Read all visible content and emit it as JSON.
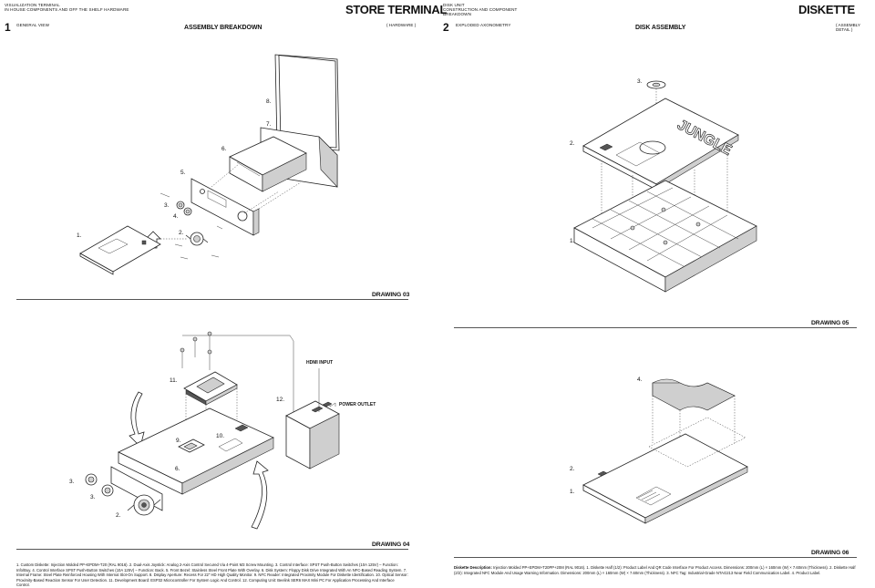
{
  "header_left": {
    "meta_lines": [
      "VISUALIZATION TERMINAL",
      "IN HOUSE COMPONENTS AND OFF THE SHELF HARDWARE"
    ],
    "title": "STORE TERMINAL",
    "section_number": "1",
    "section_small": "GENERAL VIEW",
    "section_title": "ASSEMBLY BREAKDOWN",
    "section_tag": "( HARDWARE )"
  },
  "header_right": {
    "meta_lines": [
      "DISK UNIT",
      "CONSTRUCTION AND COMPONENT",
      "BREAKDOWN"
    ],
    "title": "DISKETTE",
    "section_number": "2",
    "section_small": "EXPLODED AXONOMETRY",
    "section_title": "DISK ASSEMBLY",
    "section_tag": "( ASSEMBLY DETAIL )"
  },
  "drawings": {
    "d03": {
      "label": "DRAWING 03",
      "callouts": [
        "1.",
        "2.",
        "3.",
        "4.",
        "5.",
        "6.",
        "7.",
        "8."
      ]
    },
    "d04": {
      "label": "DRAWING 04",
      "callouts": [
        "2.",
        "3.",
        "3.",
        "6.",
        "9.",
        "10.",
        "11.",
        "12."
      ],
      "labels": {
        "hdmi": "HDMI INPUT",
        "power": "POWER OUTLET"
      }
    },
    "d05": {
      "label": "DRAWING 05",
      "callouts": [
        "1.",
        "2.",
        "3."
      ],
      "brand": "JUNGLE"
    },
    "d06": {
      "label": "DRAWING 06",
      "callouts": [
        "1.",
        "2.",
        "4."
      ]
    }
  },
  "captions": {
    "left": "1. Custom Diskette: Injection Molded PP+EPDM+T20 (RAL 9016). 2. Dual-Axis Joystick: Analog 2-Axis Control Secured Via 4-Point M3 Screw Mounting. 3. Control Interface: SPST Push-Button Switches (10A 125V) – Function: Info/Buy. 4. Control Interface SPST Push-Button Switches (10A 125V) – Function: Back. 5. Front Bezel: Stainless Steel Front Plate With Overlay. 6. Disk System: Floppy Disk Drive Integrated With An NFC-Based Reading System. 7. Internal Frame: Steel Plate Reinforced Housing With Internal Slot-On Support. 8. Display Aperture: Recess For 22\" HD High Quality Monitor. 9. NFC Reader: Integrated Proximity Module For Diskette Identification. 10. Optical Sensor: Proximity-Based Reaction Sensor For User Detection. 11. Development Board: ESP32 Microcontroller For System Logic And Control. 12. Computing Unit: Beelink SER6 MAX Mini PC For Application Processing And Interface Control.",
    "right_bold": "Diskette Description:",
    "right": " Injection Molded PP+EPDM+T20PP+20M (RAL 9016). 1. Diskette Half (1/2): Product Label And QR Code Interface For Product Access. Dimensions: 200mm (L) × 160mm (W) × 7.60mm (Thickness). 2. Diskette Half (2/2): Integrated NFC Module And Usage Warning Information. Dimensions: 200mm (L) × 160mm (W) × 7.60mm (Thickness). 3. NFC Tag: Industrial-Grade NTAG213 Near Field Communication Label. 4. Product Label."
  }
}
